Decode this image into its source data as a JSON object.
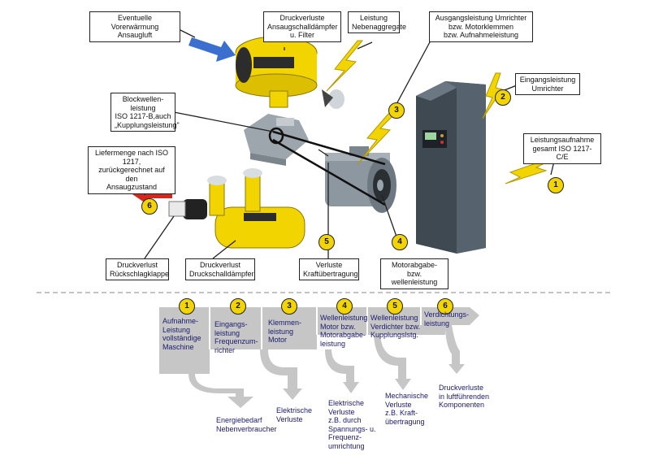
{
  "colors": {
    "yellow": "#f2d400",
    "flow_gray": "#c6c6c6",
    "label_blue": "#1a1a6e",
    "cabinet": "#4a5560",
    "motor": "#9aa3ab",
    "arrow_blue": "#3a6fd0",
    "arrow_red": "#d8261a"
  },
  "callouts": {
    "vorwaermung": "Eventuelle Vorerwärmung\nAnsaugluft",
    "druckverluste_ansaug": "Druckverluste\nAnsaugschalldämpfer\nu. Filter",
    "leistung_neben": "Leistung\nNebenaggregate",
    "ausgangsleistung": "Ausgangsleistung Umrichter\nbzw. Motorklemmen\nbzw. Aufnahmeleistung",
    "eingangsleistung": "Eingangsleistung\nUmrichter",
    "leistungsaufnahme": "Leistungsaufnahme\ngesamt ISO 1217-C/E",
    "blockwellen": "Blockwellen-leistung\nISO 1217-B,auch\n„Kupplungsleistung\"",
    "liefermenge": "Liefermenge nach ISO 1217,\nzurückgerechnet auf den\nAnsaugzustand",
    "rueckschlag": "Druckverlust\nRückschlagklappe",
    "druckschall": "Druckverlust\nDruckschalldämpfer",
    "kraftuebertragung": "Verluste\nKraftübertragung",
    "motorabgabe": "Motorabgabe- bzw.\nwellenleistung"
  },
  "badges": [
    "1",
    "2",
    "3",
    "4",
    "5",
    "6"
  ],
  "flow_steps": [
    {
      "num": "1",
      "label": "Aufnahme-\nLeistung\nvollständige\nMaschine"
    },
    {
      "num": "2",
      "label": "Eingangs-\nleistung\nFrequenzum-\nrichter"
    },
    {
      "num": "3",
      "label": "Klemmen-\nleistung\nMotor"
    },
    {
      "num": "4",
      "label": "Wellenleistung\nMotor bzw.\nMotorabgabe-\nleistung"
    },
    {
      "num": "5",
      "label": "Wellenleistung\nVerdichter bzw.\nKupplungslstg."
    },
    {
      "num": "6",
      "label": "Verdichtungs-\nleistung"
    }
  ],
  "flow_losses": [
    "Energiebedarf\nNebenverbraucher",
    "Elektrische\nVerluste",
    "Elektrische\nVerluste\nz.B. durch\nSpannungs- u.\nFrequenz-\numrichtung",
    "Mechanische\nVerluste\nz.B. Kraft-\nübertragung",
    "Druckverluste\nin luftführenden\nKomponenten"
  ]
}
